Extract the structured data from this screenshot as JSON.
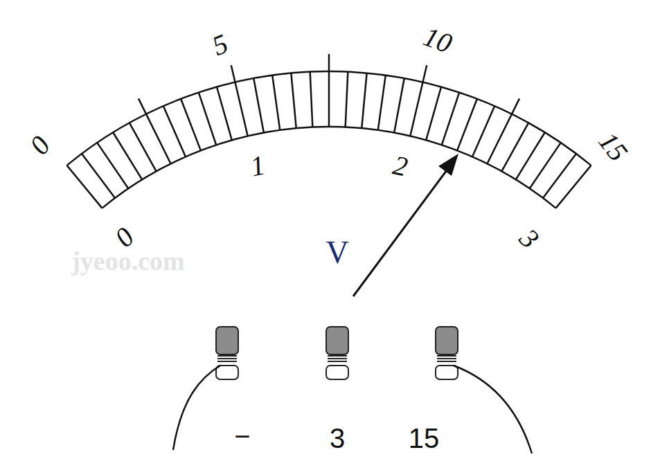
{
  "diagram": {
    "labels": [
      "0",
      "5",
      "10",
      "15",
      "0",
      "1",
      "2",
      "3",
      "V",
      "−",
      "3",
      "15",
      "jyeoo.com"
    ]
  }
}
